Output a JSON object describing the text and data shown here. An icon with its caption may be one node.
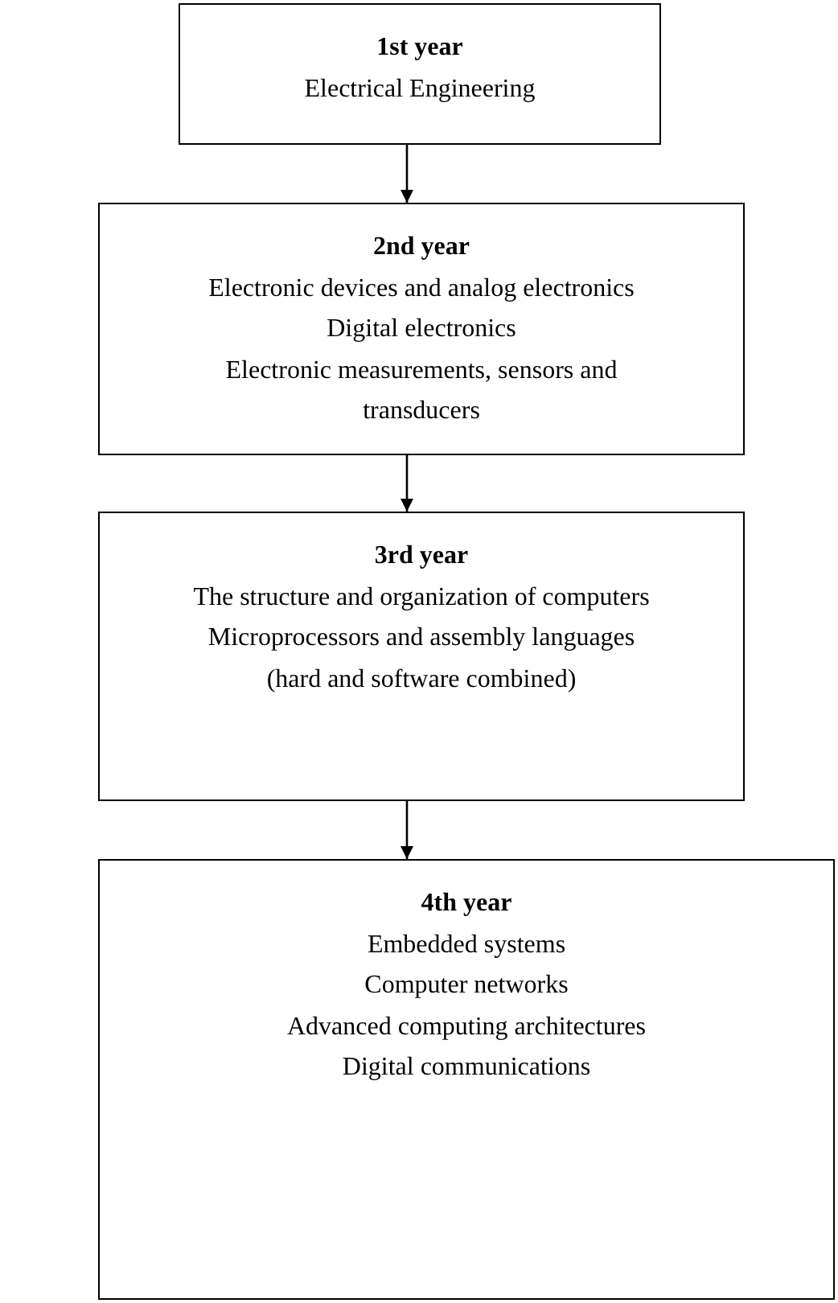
{
  "diagram": {
    "nodes": [
      {
        "text": [
          "1st year",
          "Electrical Engineering"
        ]
      },
      {
        "text": [
          "2nd year",
          "Electronic devices and analog electronics",
          "Digital electronics",
          "Electronic measurements, sensors and transducers"
        ]
      },
      {
        "text": [
          "3rd year",
          "The structure and organization of computers",
          "Microprocessors and assembly languages",
          "(hard and software combined)"
        ]
      },
      {
        "text": [
          "4th year",
          "Embedded systems",
          "Computer networks",
          "Advanced computing architectures",
          "Digital communications"
        ]
      }
    ],
    "edges": [
      {
        "from": 0,
        "to": 1,
        "arrow": "to"
      },
      {
        "from": 1,
        "to": 2,
        "arrow": "to"
      },
      {
        "from": 2,
        "to": 3,
        "arrow": "to"
      }
    ]
  }
}
